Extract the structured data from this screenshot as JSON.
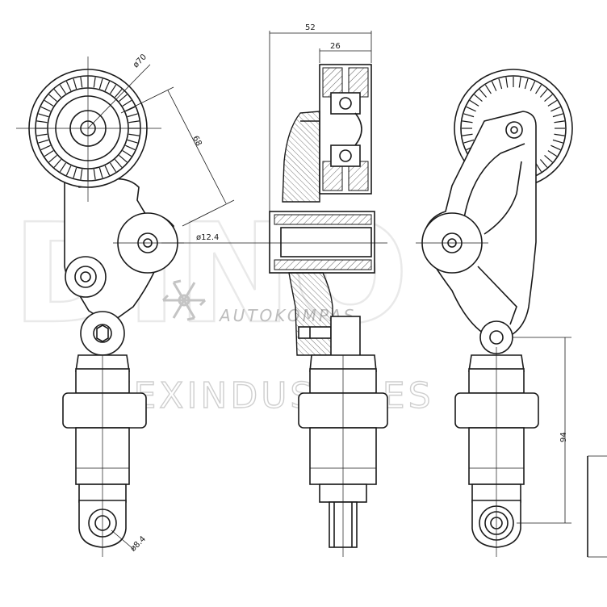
{
  "dimensions": {
    "pulley_diameter": "ø70",
    "center_distance": "68",
    "idler_diameter": "ø12.4",
    "overall_width": "52",
    "pulley_width": "26",
    "damper_length": "94",
    "eye_diameter": "ø8.4"
  },
  "watermark": {
    "big": "DINO",
    "brand": "AUTOKOMPAS",
    "company": "WEXINDUSTRIES"
  }
}
